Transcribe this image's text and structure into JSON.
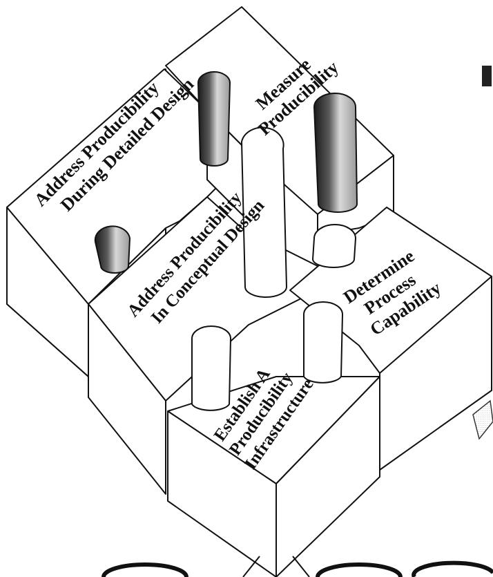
{
  "pieces": {
    "measure": {
      "lines": [
        "Measure",
        "Producibility"
      ]
    },
    "detailed": {
      "lines": [
        "Address Producibility",
        "During Detailed Design"
      ]
    },
    "conceptual": {
      "lines": [
        "Address Producibility",
        "In Conceptual Design"
      ]
    },
    "capability": {
      "lines": [
        "Determine",
        "Process",
        "Capability"
      ]
    },
    "infrastructure": {
      "lines": [
        "Establish A",
        "Producibility",
        "Infrastructure"
      ]
    }
  },
  "colors": {
    "ink": "#111111",
    "paper": "#ffffff",
    "shade_dark": "#1e1e1e",
    "shade_light": "#cfcfcf"
  }
}
